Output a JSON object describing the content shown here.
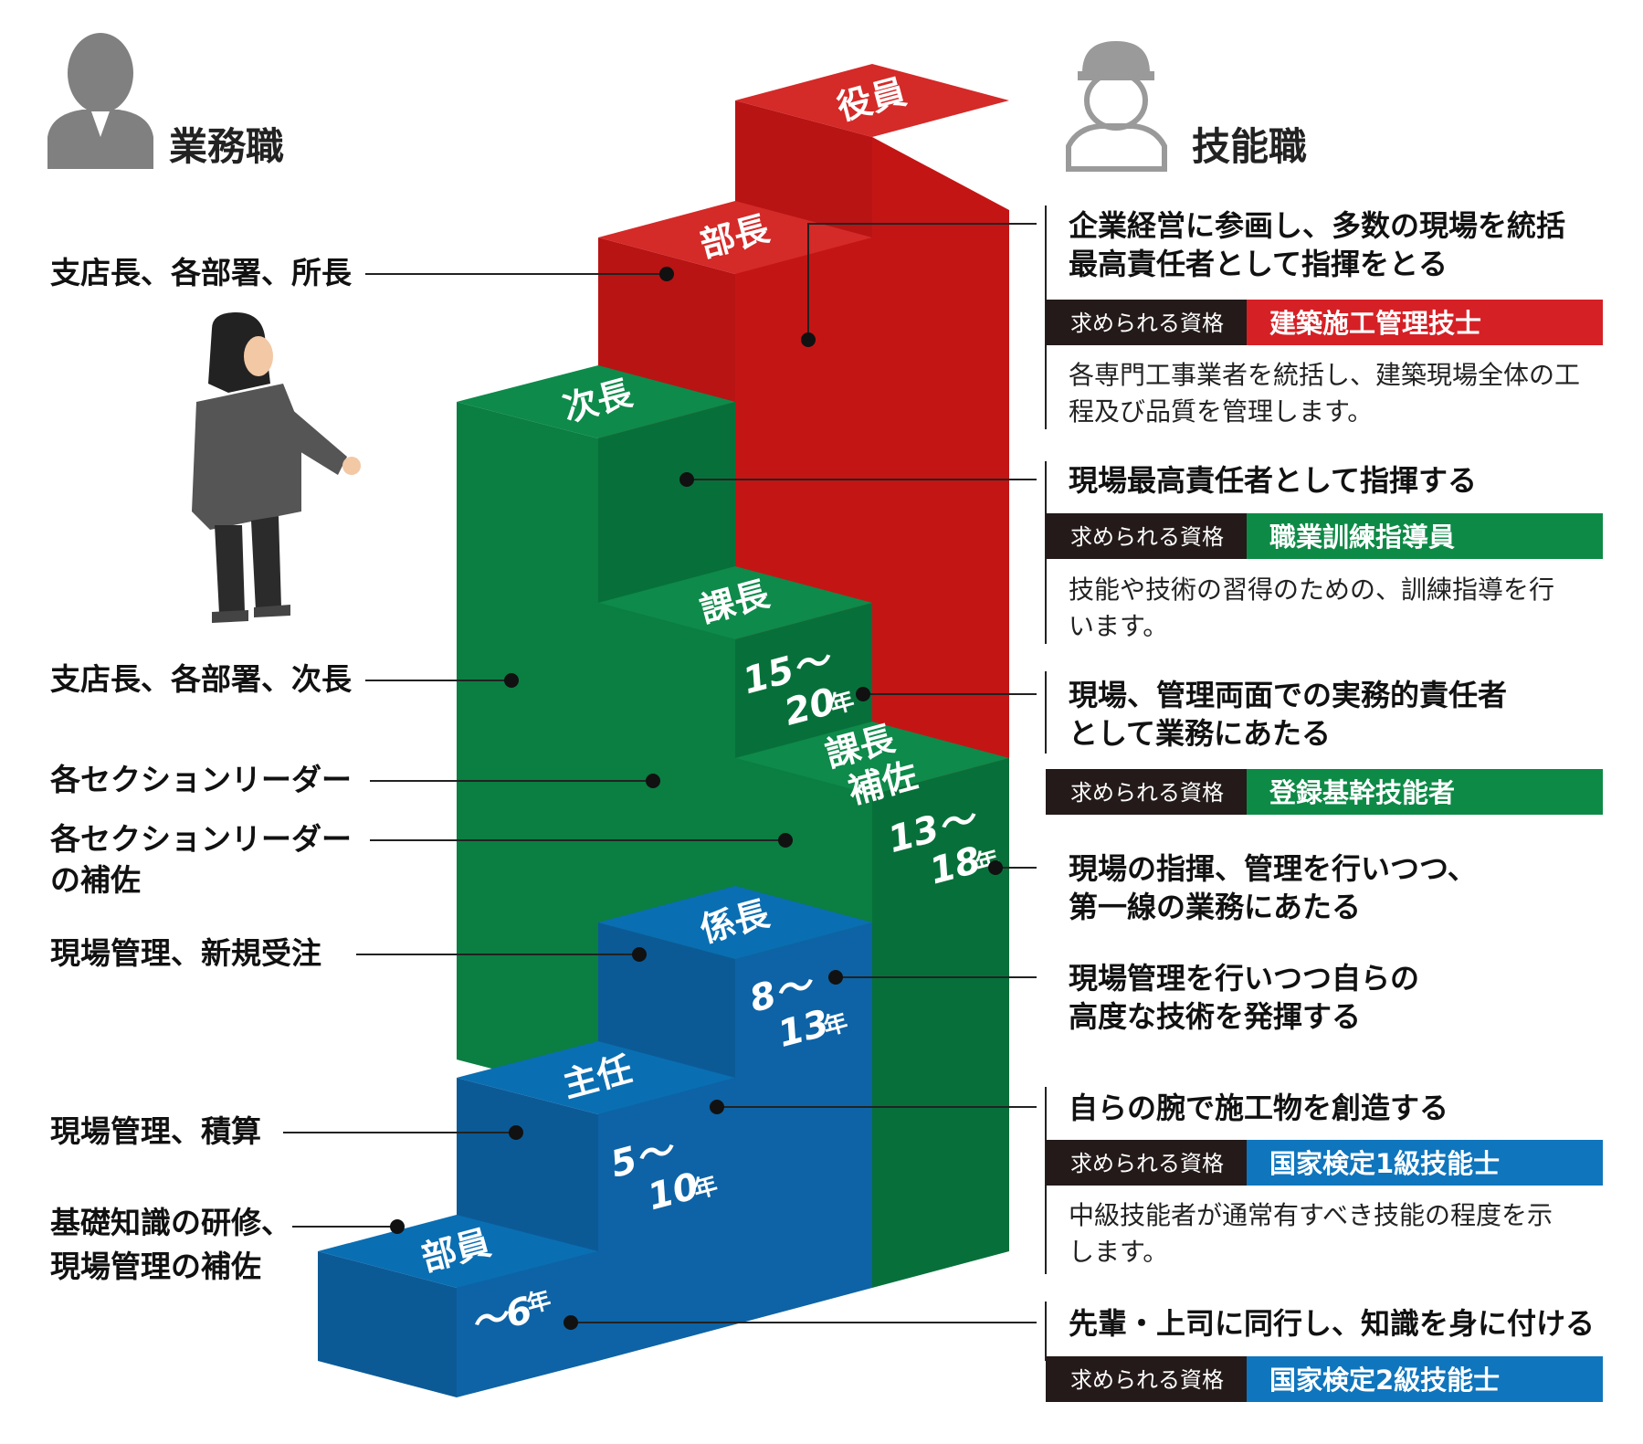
{
  "headers": {
    "left": "業務職",
    "right": "技能職"
  },
  "left_labels": {
    "bucho": "支店長、各部署、所長",
    "jicho": "支店長、各部署、次長",
    "kacho": "各セクションリーダー",
    "hosa_line1": "各セクションリーダー",
    "hosa_line2": "の補佐",
    "kakari": "現場管理、新規受注",
    "shunin": "現場管理、積算",
    "buin_line1": "基礎知識の研修、",
    "buin_line2": "現場管理の補佐"
  },
  "steps": {
    "yakuin": "役員",
    "bucho": "部長",
    "jicho": "次長",
    "kacho": "課長",
    "kacho_hosa_1": "課長",
    "kacho_hosa_2": "補佐",
    "kakaricho": "係長",
    "shunin": "主任",
    "buin": "部員"
  },
  "years": {
    "kacho_a": "15〜",
    "kacho_b": "20",
    "kacho_unit": "年",
    "hosa_a": "13〜",
    "hosa_b": "18",
    "hosa_unit": "年",
    "kakari_a": "8〜",
    "kakari_b": "13",
    "kakari_unit": "年",
    "shunin_a": "5〜",
    "shunin_b": "10",
    "shunin_unit": "年",
    "buin_a": "〜6",
    "buin_unit": "年"
  },
  "right": {
    "r1_title_1": "企業経営に参画し、多数の現場を統括",
    "r1_title_2": "最高責任者として指揮をとる",
    "r1_req": "求められる資格",
    "r1_qual": "建築施工管理技士",
    "r1_desc_1": "各専門工事業者を統括し、建築現場全体の工",
    "r1_desc_2": "程及び品質を管理します。",
    "r2_title": "現場最高責任者として指揮する",
    "r2_req": "求められる資格",
    "r2_qual": "職業訓練指導員",
    "r2_desc_1": "技能や技術の習得のための、訓練指導を行",
    "r2_desc_2": "います。",
    "r3_title_1": "現場、管理両面での実務的責任者",
    "r3_title_2": "として業務にあたる",
    "r3_req": "求められる資格",
    "r3_qual": "登録基幹技能者",
    "r4_title_1": "現場の指揮、管理を行いつつ、",
    "r4_title_2": "第一線の業務にあたる",
    "r5_title_1": "現場管理を行いつつ自らの",
    "r5_title_2": "高度な技術を発揮する",
    "r6_title": "自らの腕で施工物を創造する",
    "r6_req": "求められる資格",
    "r6_qual": "国家検定1級技能士",
    "r6_desc_1": "中級技能者が通常有すべき技能の程度を示",
    "r6_desc_2": "します。",
    "r7_title": "先輩・上司に同行し、知識を身に付ける",
    "r7_req": "求められる資格",
    "r7_qual": "国家検定2級技能士"
  },
  "colors": {
    "red_top": "#d42a28",
    "red_left": "#b81414",
    "red_right": "#c41515",
    "green_top": "#0e8a4a",
    "green_left": "#0b7e42",
    "green_right": "#07703a",
    "blue_top": "#0a6eb2",
    "blue_left": "#0b5a96",
    "blue_right": "#0d63a5",
    "qual_red": "#d52026",
    "qual_green": "#0d8a46",
    "qual_blue": "#0f75bd",
    "req_bg": "#231a19"
  },
  "icons": {
    "office_worker": "office-worker-icon",
    "hardhat_worker": "hardhat-worker-icon",
    "person": "pointing-person-illustration"
  }
}
